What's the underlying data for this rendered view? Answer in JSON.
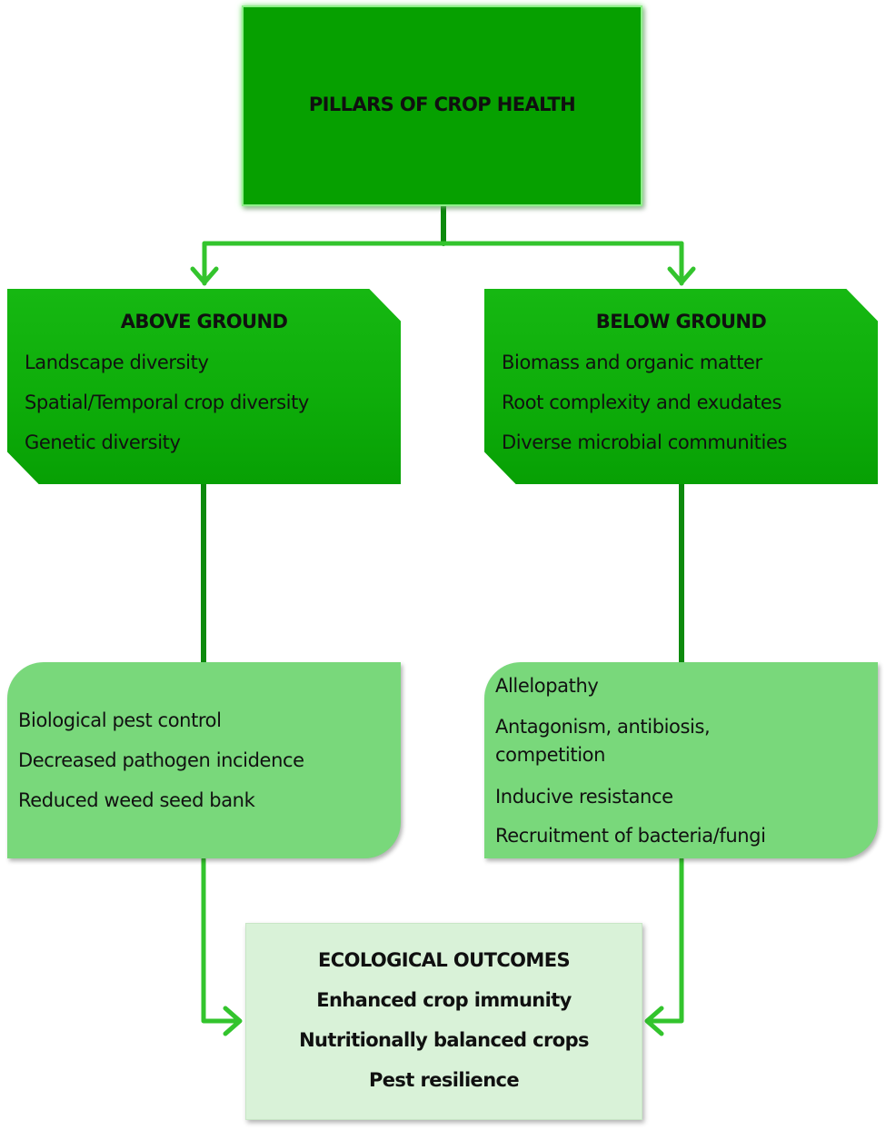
{
  "colors": {
    "top_box": "#06a000",
    "ground_boxes": "#0ead0a",
    "effect_boxes": "#79d87b",
    "outcome_box": "#d9f2d8",
    "connector_dark": "#0d8a0d",
    "connector_bright": "#33c42d"
  },
  "root": {
    "title": "PILLARS OF CROP HEALTH"
  },
  "above_ground": {
    "title": "ABOVE GROUND",
    "items": [
      "Landscape diversity",
      "Spatial/Temporal crop diversity",
      "Genetic diversity"
    ]
  },
  "below_ground": {
    "title": "BELOW GROUND",
    "items": [
      "Biomass and organic matter",
      "Root complexity and exudates",
      "Diverse microbial communities"
    ]
  },
  "above_effects": {
    "items": [
      "Biological pest control",
      "Decreased pathogen incidence",
      "Reduced weed seed bank"
    ]
  },
  "below_effects": {
    "items": [
      "Allelopathy",
      "Antagonism, antibiosis, competition",
      "Inducive resistance",
      "Recruitment of bacteria/fungi"
    ]
  },
  "outcomes": {
    "title": "ECOLOGICAL OUTCOMES",
    "items": [
      "Enhanced crop immunity",
      "Nutritionally balanced crops",
      "Pest resilience"
    ]
  }
}
